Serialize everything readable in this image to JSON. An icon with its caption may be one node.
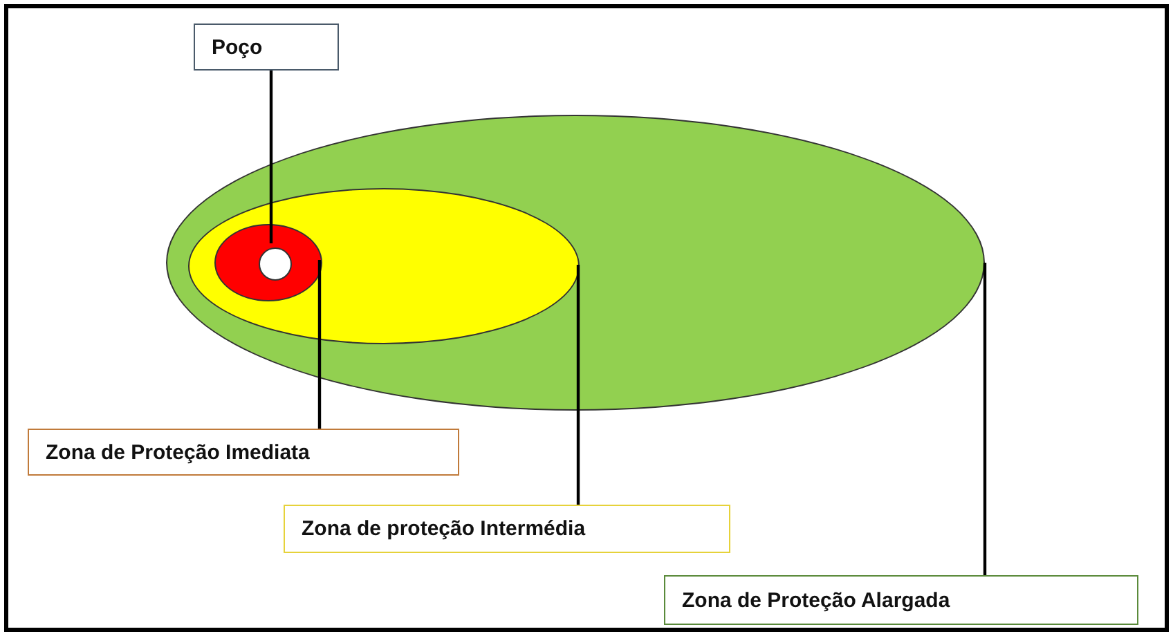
{
  "diagram": {
    "nodes": [
      {
        "text": [
          "Poço"
        ]
      },
      {
        "text": [],
        "shape": "ellipse"
      },
      {
        "text": [],
        "shape": "ellipse",
        "in": 1
      },
      {
        "text": [],
        "shape": "ellipse",
        "in": 2
      },
      {
        "text": [],
        "shape": "circle",
        "in": 3
      },
      {
        "text": [
          "Zona de Proteção Imediata"
        ]
      },
      {
        "text": [
          "Zona de proteção Intermédia"
        ]
      },
      {
        "text": [
          "Zona de Proteção Alargada"
        ]
      }
    ],
    "edges": [
      {
        "from": 0,
        "to": 4,
        "arrow": "none"
      },
      {
        "from": 5,
        "to": 3,
        "arrow": "none"
      },
      {
        "from": 6,
        "to": 2,
        "arrow": "none"
      },
      {
        "from": 7,
        "to": 1,
        "arrow": "none"
      }
    ]
  }
}
